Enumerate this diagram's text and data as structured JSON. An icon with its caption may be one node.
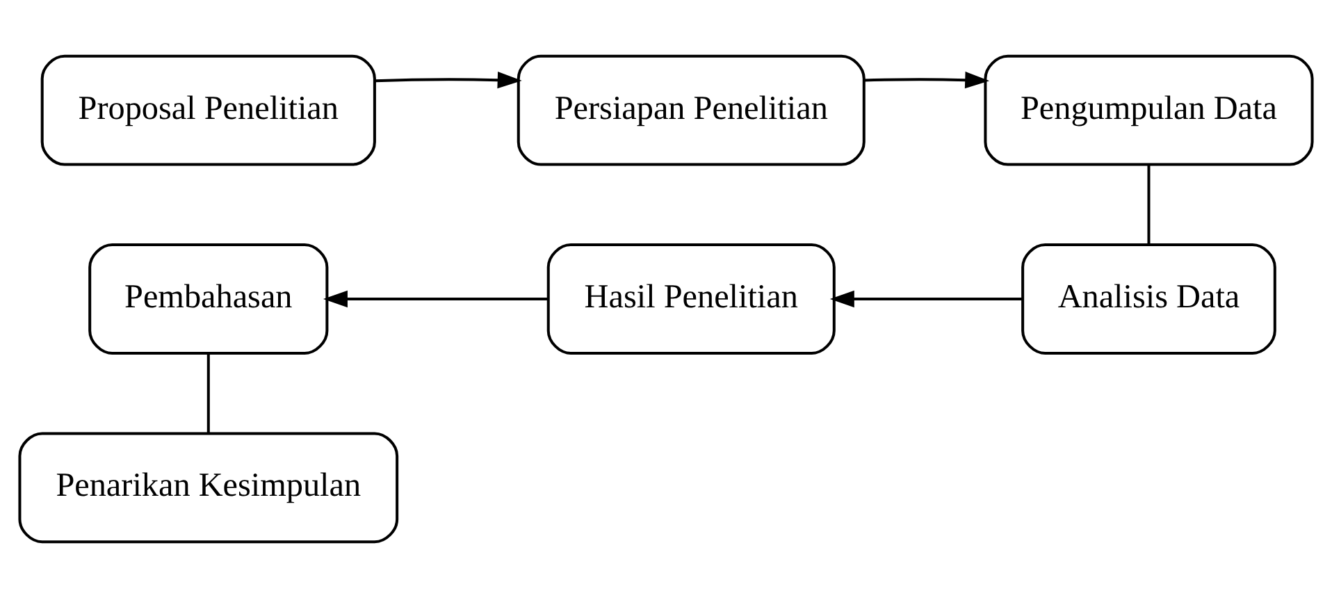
{
  "diagram": {
    "nodes": [
      {
        "text": [
          "Proposal Penelitian"
        ]
      },
      {
        "text": [
          "Persiapan Penelitian"
        ]
      },
      {
        "text": [
          "Pengumpulan Data"
        ]
      },
      {
        "text": [
          "Analisis Data"
        ]
      },
      {
        "text": [
          "Hasil Penelitian"
        ]
      },
      {
        "text": [
          "Pembahasan"
        ]
      },
      {
        "text": [
          "Penarikan Kesimpulan"
        ]
      }
    ],
    "edges": [
      {
        "from": 0,
        "to": 1,
        "arrow": "to"
      },
      {
        "from": 1,
        "to": 2,
        "arrow": "to"
      },
      {
        "from": 2,
        "to": 3,
        "arrow": "none"
      },
      {
        "from": 3,
        "to": 4,
        "arrow": "to"
      },
      {
        "from": 4,
        "to": 5,
        "arrow": "to"
      },
      {
        "from": 5,
        "to": 6,
        "arrow": "none"
      }
    ]
  }
}
